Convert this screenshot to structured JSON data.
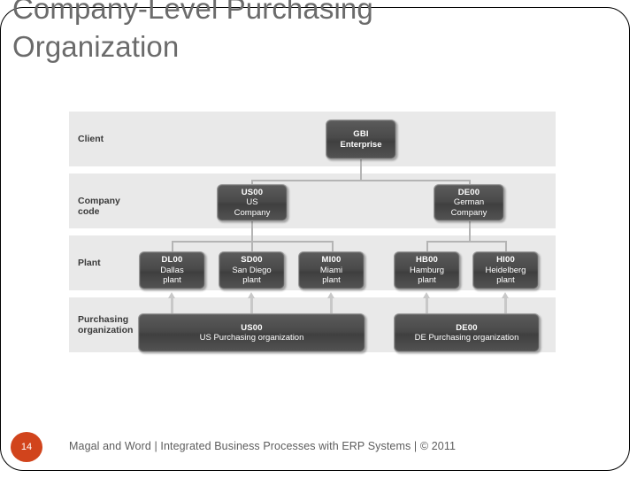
{
  "slide": {
    "title": "Company-Level Purchasing\nOrganization",
    "title_color": "#6b6b6b",
    "accent_color": "#d1441c",
    "band_color": "#e9e9e9",
    "node_color": "#4a4a4a",
    "connector_color": "#b4b4b4"
  },
  "diagram": {
    "type": "hierarchy",
    "rows": [
      {
        "label": "Client"
      },
      {
        "label": "Company code"
      },
      {
        "label": "Plant"
      },
      {
        "label": "Purchasing\norganization"
      }
    ],
    "client": [
      {
        "code": "GBI",
        "name": "Enterprise"
      }
    ],
    "company_codes": [
      {
        "code": "US00",
        "name": "US\nCompany"
      },
      {
        "code": "DE00",
        "name": "German\nCompany"
      }
    ],
    "plants": [
      {
        "code": "DL00",
        "name": "Dallas\nplant"
      },
      {
        "code": "SD00",
        "name": "San Diego\nplant"
      },
      {
        "code": "MI00",
        "name": "Miami\nplant"
      },
      {
        "code": "HB00",
        "name": "Hamburg\nplant"
      },
      {
        "code": "HI00",
        "name": "Heidelberg\nplant"
      }
    ],
    "purchasing_organizations": [
      {
        "code": "US00",
        "name": "US Purchasing organization"
      },
      {
        "code": "DE00",
        "name": "DE Purchasing organization"
      }
    ]
  },
  "footer": {
    "page_number": "14",
    "credit": "Magal and Word | Integrated Business Processes with ERP Systems | © 2011"
  }
}
